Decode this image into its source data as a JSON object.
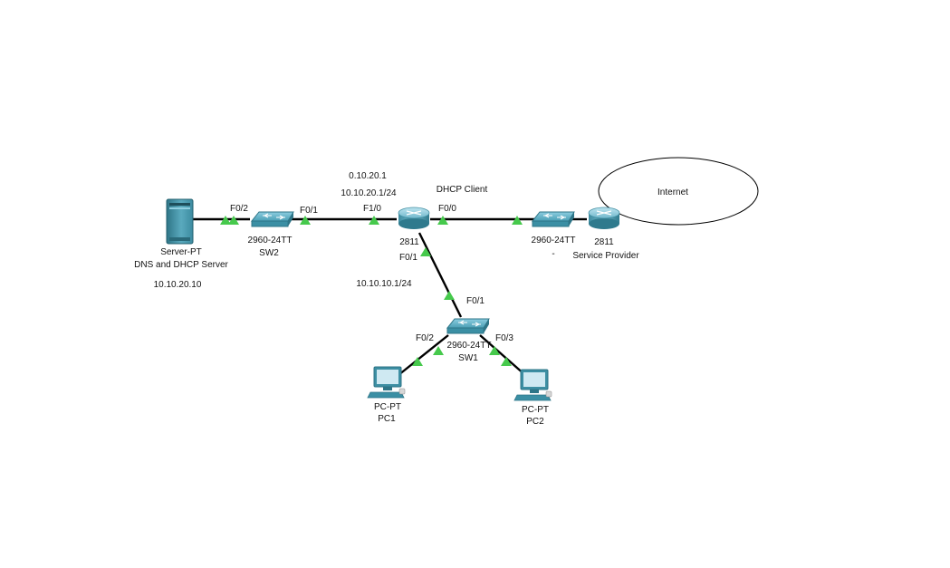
{
  "colors": {
    "link": "#000000",
    "link_light": "#22c04a",
    "device_blue": "#4a9fb5",
    "device_dark": "#2e7587",
    "cloud_stroke": "#000000"
  },
  "devices": {
    "server": {
      "model": "Server-PT",
      "name": "DNS and DHCP Server",
      "ip": "10.10.20.10",
      "icon": "server-icon"
    },
    "sw2": {
      "model": "2960-24TT",
      "name": "SW2",
      "icon": "switch-icon"
    },
    "router_main": {
      "model": "2811",
      "icon": "router-icon"
    },
    "sw_isp": {
      "model": "2960-24TT",
      "name": "-",
      "icon": "switch-icon"
    },
    "router_isp": {
      "model": "2811",
      "name": "Service Provider",
      "icon": "router-icon"
    },
    "sw1": {
      "model": "2960-24TT",
      "name": "SW1",
      "icon": "switch-icon"
    },
    "pc1": {
      "model": "PC-PT",
      "name": "PC1",
      "icon": "pc-icon"
    },
    "pc2": {
      "model": "PC-PT",
      "name": "PC2",
      "icon": "pc-icon"
    }
  },
  "cloud": {
    "label": "Internet"
  },
  "ports": {
    "server_sw2": "F0/2",
    "sw2_router": "F0/1",
    "router_f10": "F1/0",
    "router_f00": "F0/0",
    "router_f01": "F0/1",
    "sw1_uplink": "F0/1",
    "sw1_pc1": "F0/2",
    "sw1_pc2": "F0/3"
  },
  "notes": {
    "gw_partial": "0.10.20.1",
    "f10_ip": "10.10.20.1/24",
    "dhcp_client": "DHCP Client",
    "f01_ip": "10.10.10.1/24"
  }
}
